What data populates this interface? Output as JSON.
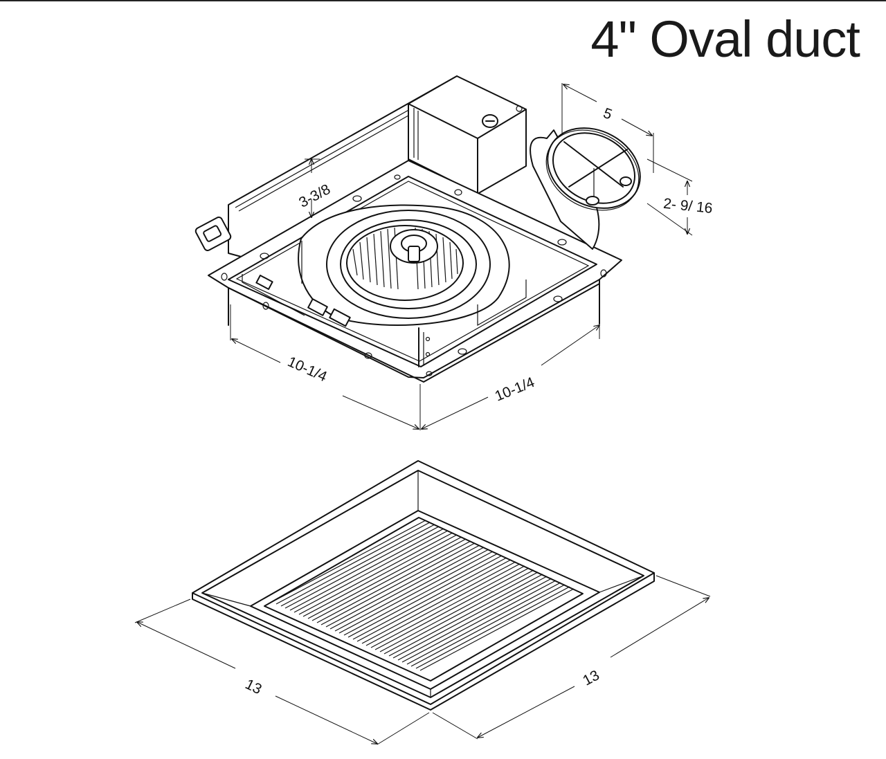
{
  "title": "4\" Oval duct",
  "dimensions": {
    "duct_length": "5",
    "housing_height": "3-3/8",
    "duct_height": "2- 9/ 16",
    "housing_left": "10-1/4",
    "housing_right": "10-1/4",
    "grille_left": "13",
    "grille_right": "13"
  },
  "colors": {
    "line": "#111111",
    "background": "#ffffff"
  }
}
